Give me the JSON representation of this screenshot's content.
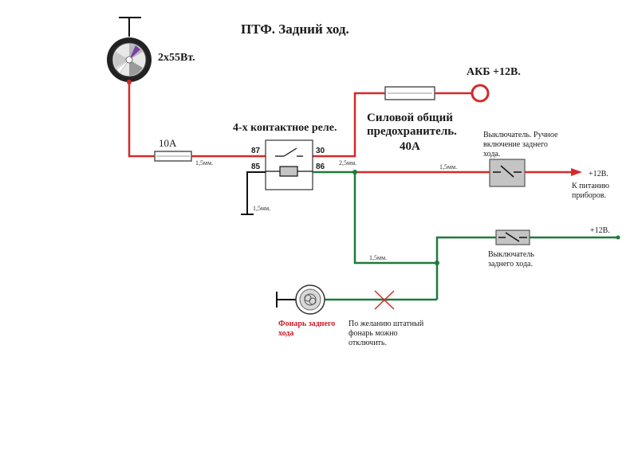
{
  "title": "ПТФ. Задний ход.",
  "colors": {
    "power_wire": "#d42a2a",
    "control_wire": "#1e7a3c",
    "ground_wire": "#111111"
  },
  "lamps": {
    "fog_lamp_power": "2х55Вт.",
    "reverse_lamp_label": [
      "Фонарь заднего",
      "хода"
    ]
  },
  "fuse_small": {
    "rating": "10А",
    "wire": "1,5мм."
  },
  "relay": {
    "label": "4-х контактное реле.",
    "pins": {
      "p87": "87",
      "p30": "30",
      "p85": "85",
      "p86": "86"
    },
    "ground_wire": "1,5мм."
  },
  "battery": {
    "label": "АКБ  +12В."
  },
  "main_fuse": {
    "lines": [
      "Силовой общий",
      "предохранитель."
    ],
    "rating": "40А"
  },
  "wires": {
    "relay_to_fuse": "2,5мм.",
    "to_manual_switch": "1,5мм.",
    "to_reverse_switch": "1,5мм."
  },
  "manual_switch": {
    "label": [
      "Выключатель. Ручное",
      "включение заднего",
      "хода."
    ],
    "supply": "+12В.",
    "supply_note": [
      "К питанию",
      "приборов."
    ]
  },
  "reverse_switch": {
    "supply": "+12В.",
    "label": [
      "Выключатель",
      "заднего хода."
    ]
  },
  "optional_note": [
    "По желанию штатный",
    "фонарь можно",
    "отключить."
  ]
}
